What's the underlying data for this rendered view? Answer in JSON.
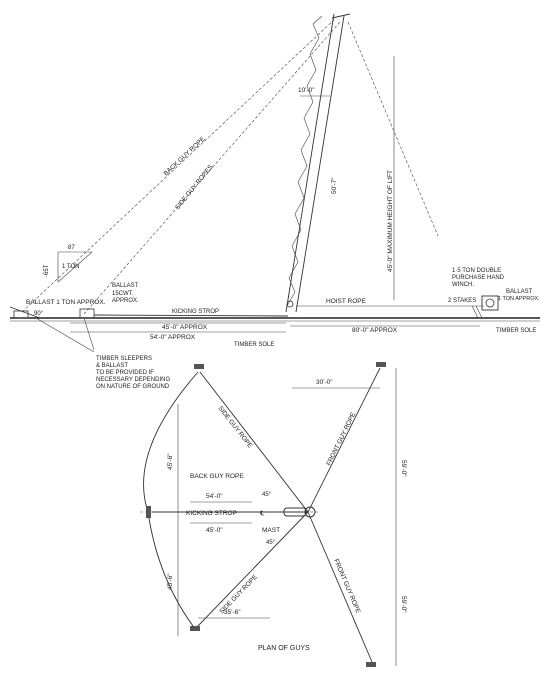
{
  "elevation": {
    "back_guy_rope": "BACK GUY ROPE",
    "side_guy_ropes": "SIDE GUY ROPES",
    "ratio_h": "·87",
    "ratio_v": "·65T",
    "ratio_ton": "1 TON",
    "ballast_left": "BALLAST 1 TON APPROX.",
    "angle_90": "90°",
    "ballast_mid_1": "BALLAST",
    "ballast_mid_2": "15CWT.",
    "ballast_mid_3": "APPROX.",
    "kicking_strop": "KICKING STROP",
    "dim_45": "45'-0\" APPROX",
    "dim_54": "54'-0\" APPROX",
    "dim_80": "80'-0\" APPROX",
    "timber_sole_mid": "TIMBER SOLE",
    "timber_sleepers_1": "TIMBER SLEEPERS",
    "timber_sleepers_2": "& BALLAST",
    "timber_sleepers_3": "TO BE PROVIDED IF",
    "timber_sleepers_4": "NECESSARY DEPENDING",
    "timber_sleepers_5": "ON NATURE OF GROUND",
    "dim_10": "10'-0\"",
    "mast_len": "50'-7\"",
    "max_lift": "45'-0\" MAXIMUM HEIGHT OF LIFT",
    "hoist_rope": "HOIST ROPE",
    "winch_1": "1·5 TON DOUBLE",
    "winch_2": "PURCHASE HAND",
    "winch_3": "WINCH.",
    "two_stakes": "2 STAKES",
    "ballast_right_1": "BALLAST",
    "ballast_right_2": "1 TON APPROX.",
    "timber_sole_right": "TIMBER SOLE"
  },
  "plan": {
    "dim_30": "30'-0\"",
    "front_guy_rope_top": "FRONT GUY ROPE",
    "dim_59_top": "59'-0\"",
    "side_guy_rope_top": "SIDE GUY ROPE",
    "dim_45_6_top": "45'-6\"",
    "back_guy_rope": "BACK GUY ROPE",
    "dim_54": "54'-0\"",
    "angle_45a": "45°",
    "kicking_strop": "KICKING STROP",
    "centre_mark": "℄",
    "dim_45": "45'-0\"",
    "mast": "MAST",
    "angle_45b": "45°",
    "side_guy_rope_bottom": "SIDE GUY ROPE",
    "dim_45_6_bottom": "45'-6\"",
    "dim_35_6": "35'-6\"",
    "front_guy_rope_bottom": "FRONT GUY ROPE",
    "dim_59_bottom": "59'-0\"",
    "caption": "PLAN OF GUYS"
  }
}
